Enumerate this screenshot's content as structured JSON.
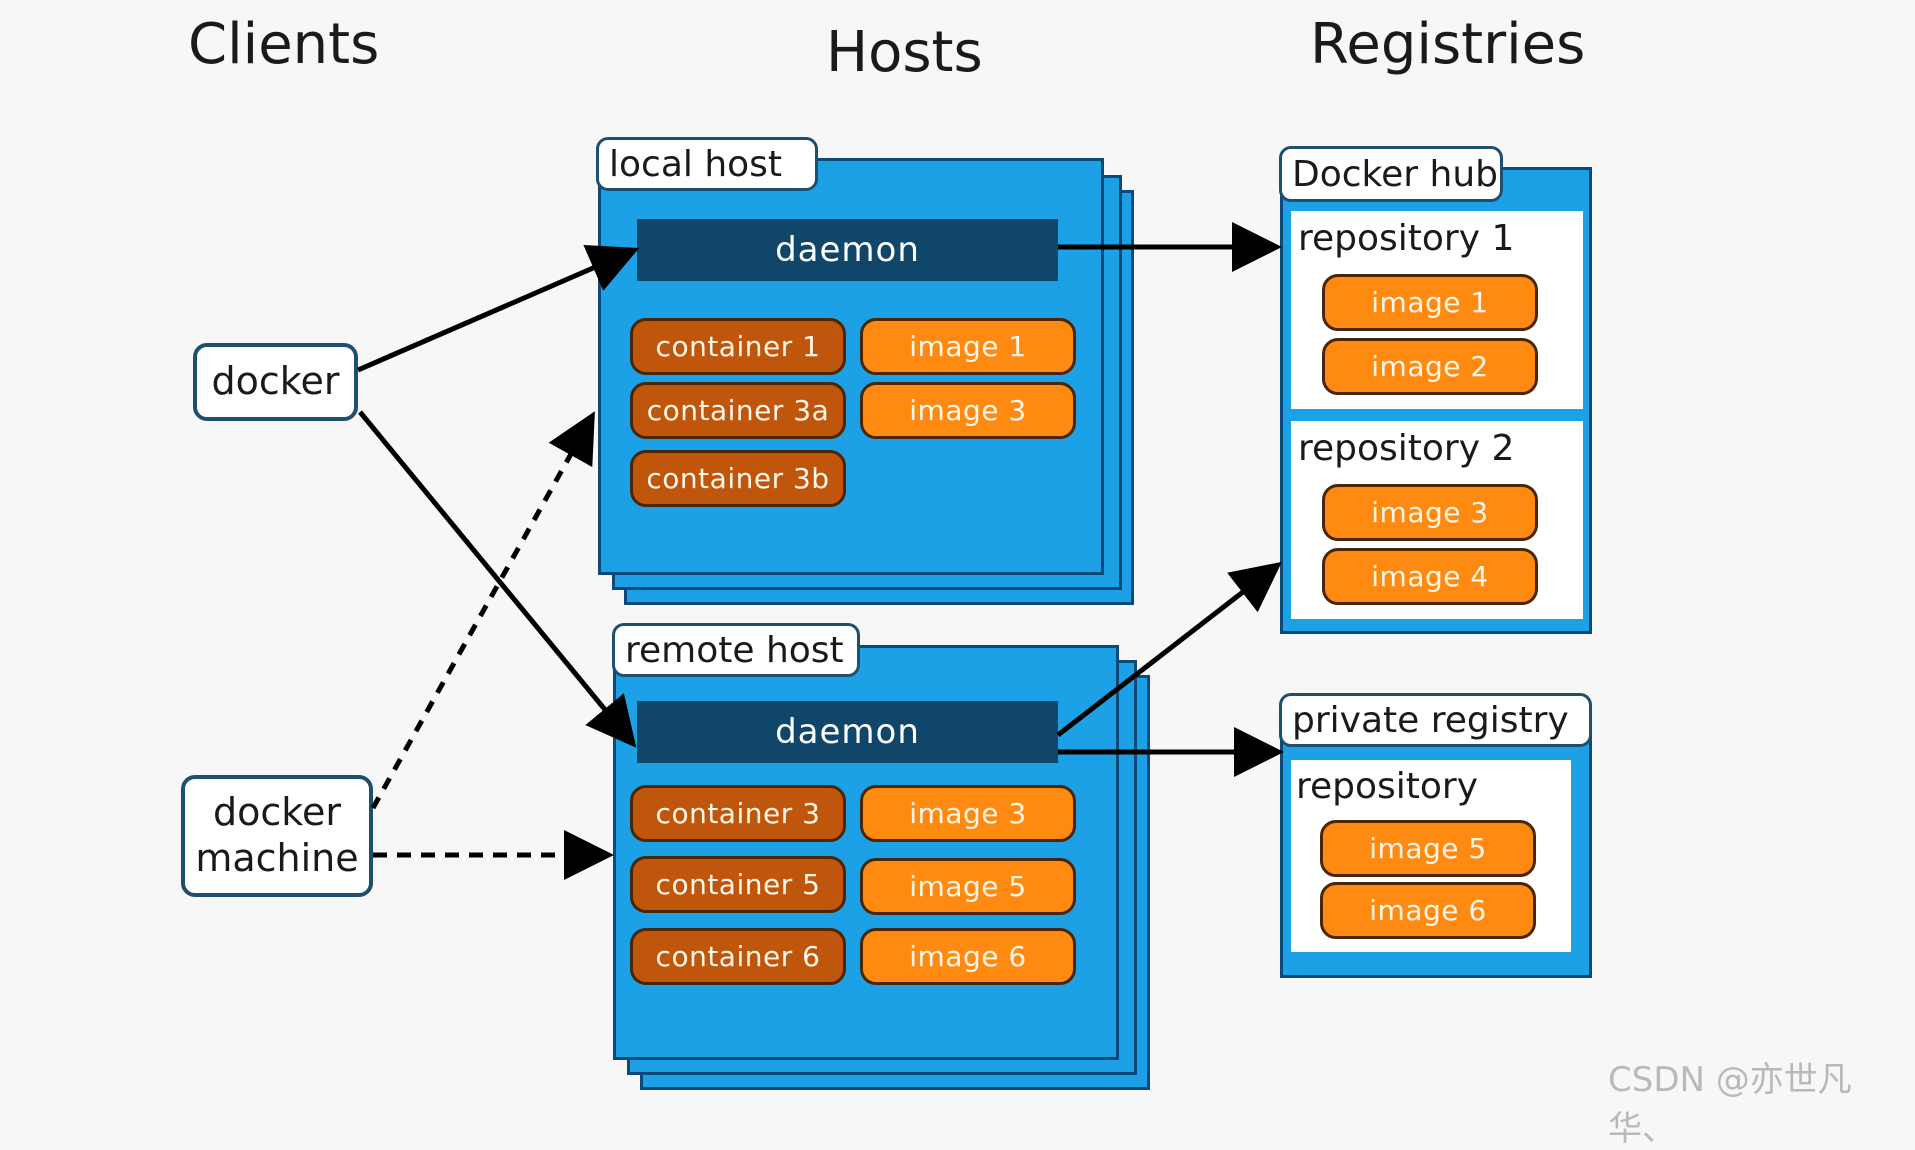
{
  "headers": {
    "clients": "Clients",
    "hosts": "Hosts",
    "registries": "Registries"
  },
  "clients": {
    "docker": "docker",
    "docker_machine_line1": "docker",
    "docker_machine_line2": "machine"
  },
  "local_host": {
    "label": "local host",
    "daemon": "daemon",
    "containers": [
      "container 1",
      "container 3a",
      "container 3b"
    ],
    "images": [
      "image 1",
      "image 3"
    ]
  },
  "remote_host": {
    "label": "remote host",
    "daemon": "daemon",
    "containers": [
      "container 3",
      "container 5",
      "container 6"
    ],
    "images": [
      "image 3",
      "image 5",
      "image 6"
    ]
  },
  "docker_hub": {
    "label": "Docker hub",
    "repositories": [
      {
        "name": "repository 1",
        "images": [
          "image 1",
          "image 2"
        ]
      },
      {
        "name": "repository 2",
        "images": [
          "image 3",
          "image 4"
        ]
      }
    ]
  },
  "private_registry": {
    "label": "private registry",
    "repository": {
      "name": "repository",
      "images": [
        "image 5",
        "image 6"
      ]
    }
  },
  "watermark": "CSDN @亦世凡华、",
  "colors": {
    "host_blue": "#1da1e6",
    "daemon_navy": "#0f4669",
    "container_orange": "#c0550c",
    "image_orange": "#ff8a12"
  }
}
